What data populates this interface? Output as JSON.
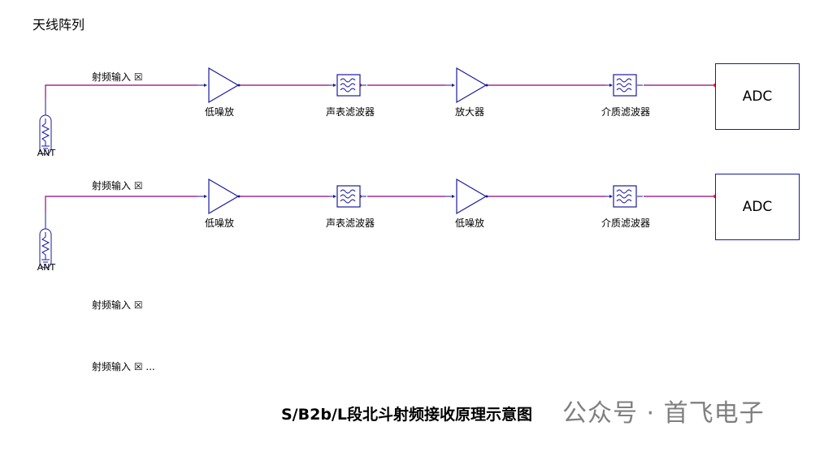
{
  "title": "天线阵列",
  "antenna_label": "ANT",
  "chains": [
    {
      "input_label": "射频输入 ☒",
      "components": [
        "低噪放",
        "声表滤波器",
        "放大器",
        "介质滤波器"
      ],
      "adc_label": "ADC"
    },
    {
      "input_label": "射频输入 ☒",
      "components": [
        "低噪放",
        "声表滤波器",
        "低噪放",
        "介质滤波器"
      ],
      "adc_label": "ADC"
    }
  ],
  "extra_inputs": [
    "射频输入 ☒",
    "射频输入 ☒ ..."
  ],
  "caption": "S/B2b/L段北斗射频接收原理示意图",
  "watermark": "公众号 · 首飞电子",
  "colors": {
    "wire": "#a0308f",
    "symbol": "#1a1aa0",
    "node": "#e8203a"
  }
}
